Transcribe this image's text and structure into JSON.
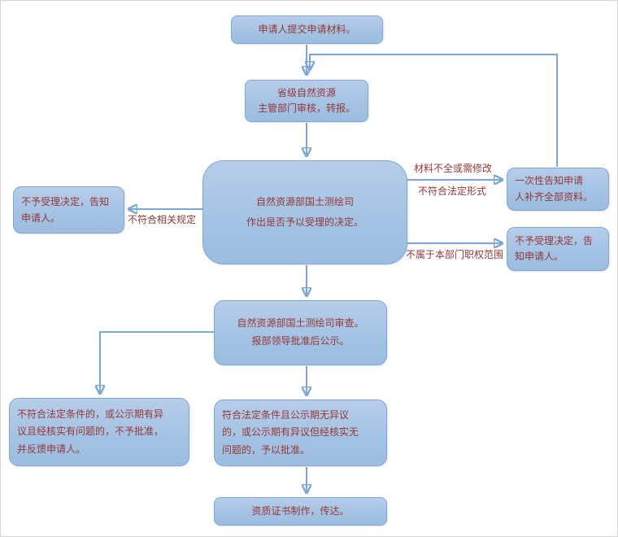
{
  "colors": {
    "box_fill": "#a3c2e3",
    "box_border": "#7fa7d3",
    "text": "#953735",
    "arrow": "#7da7d8",
    "page_background": "#ffffff"
  },
  "nodes": {
    "submit": {
      "label": "申请人提交申请材料。"
    },
    "provincial_review": {
      "label": "省级自然资源\n主管部门审核，转报。"
    },
    "acceptance_decision": {
      "label": "自然资源部国土测绘司\n作出是否予以受理的决定。"
    },
    "reject_notify_left": {
      "label": "不予受理决定，告知\n申请人。"
    },
    "onetime_notice": {
      "label": "一次性告知申请\n人补齐全部资料。"
    },
    "reject_notify_right": {
      "label": "不予受理决定，告\n知申请人。"
    },
    "department_review": {
      "label": "自然资源部国土测绘司审查。\n报部领导批准后公示。"
    },
    "not_approved": {
      "label": "不符合法定条件的，或公示期有异\n议且经核实有问题的，不予批准，\n并反馈申请人。"
    },
    "approved": {
      "label": "符合法定条件且公示期无异议\n的，或公示期有异议但经核实无\n问题的，予以批准。"
    },
    "certificate": {
      "label": "资质证书制作，传达。"
    }
  },
  "edge_labels": {
    "not_conform_regulations": "不符合相关规定",
    "incomplete_materials": "材料不全或需修改",
    "not_legal_form": "不符合法定形式",
    "not_jurisdiction": "不属于本部门职权范围"
  }
}
